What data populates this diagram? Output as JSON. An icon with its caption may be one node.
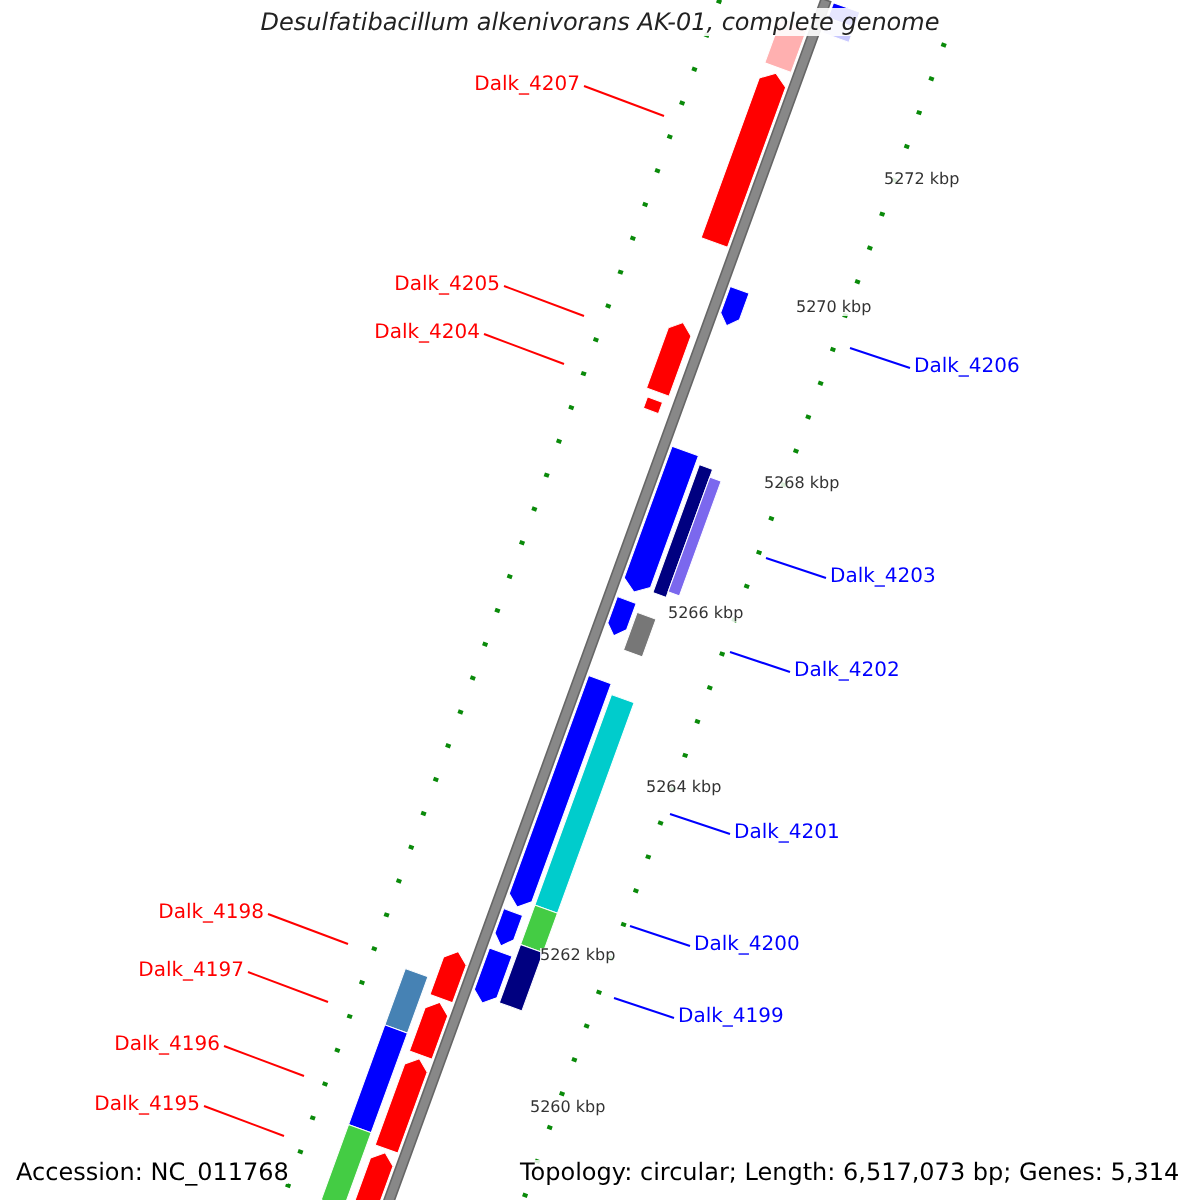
{
  "diagram": {
    "title": "Desulfatibacillum alkenivorans AK-01, complete genome",
    "nodes": [
      {
        "text": [
          "Dalk_4207"
        ]
      },
      {
        "text": [
          "Dalk_4205"
        ]
      },
      {
        "text": [
          "Dalk_4204"
        ]
      },
      {
        "text": [
          "Dalk_4206"
        ]
      },
      {
        "text": [
          "Dalk_4203"
        ]
      },
      {
        "text": [
          "Dalk_4202"
        ]
      },
      {
        "text": [
          "Dalk_4201"
        ]
      },
      {
        "text": [
          "Dalk_4198"
        ]
      },
      {
        "text": [
          "Dalk_4200"
        ]
      },
      {
        "text": [
          "Dalk_4197"
        ]
      },
      {
        "text": [
          "Dalk_4199"
        ]
      },
      {
        "text": [
          "Dalk_4196"
        ]
      },
      {
        "text": [
          "Dalk_4195"
        ]
      }
    ],
    "edges": [
      {
        "from": 0,
        "to": null,
        "arrow": "none"
      },
      {
        "from": 1,
        "to": null,
        "arrow": "none"
      },
      {
        "from": 2,
        "to": null,
        "arrow": "none"
      },
      {
        "from": 3,
        "to": null,
        "arrow": "none",
        "color": "#0000ff"
      },
      {
        "from": 4,
        "to": null,
        "arrow": "none",
        "color": "#0000ff"
      },
      {
        "from": 5,
        "to": null,
        "arrow": "none",
        "color": "#0000ff"
      },
      {
        "from": 6,
        "to": null,
        "arrow": "none",
        "color": "#0000ff"
      },
      {
        "from": 7,
        "to": null,
        "arrow": "none"
      },
      {
        "from": 8,
        "to": null,
        "arrow": "none",
        "color": "#0000ff"
      },
      {
        "from": 9,
        "to": null,
        "arrow": "none"
      },
      {
        "from": 10,
        "to": null,
        "arrow": "none",
        "color": "#0000ff"
      },
      {
        "from": 11,
        "to": null,
        "arrow": "none"
      },
      {
        "from": 12,
        "to": null,
        "arrow": "none"
      }
    ],
    "labels": [
      "5272 kbp",
      "5270 kbp",
      "5268 kbp",
      "5266 kbp",
      "5264 kbp",
      "5262 kbp",
      "5260 kbp",
      "Accession: NC_011768",
      "Topology: circular; Length: 6,517,073 bp; Genes: 5,314"
    ]
  }
}
